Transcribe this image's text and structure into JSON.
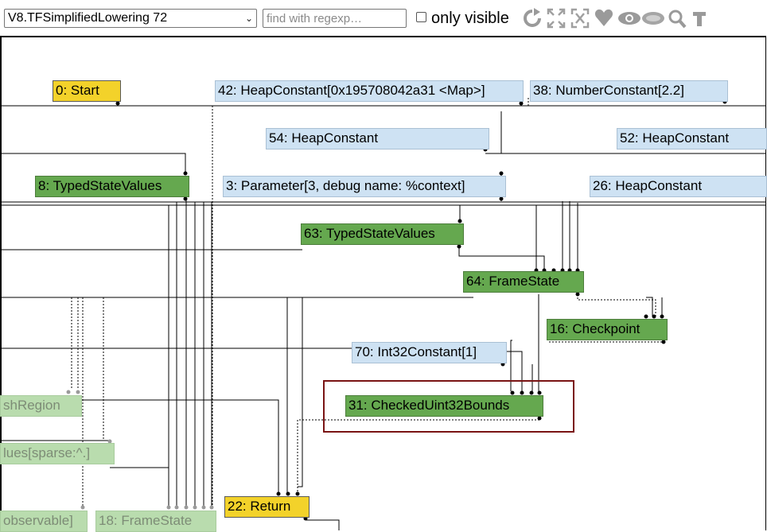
{
  "toolbar": {
    "phase_selected": "V8.TFSimplifiedLowering 72",
    "search_placeholder": "find with regexp…",
    "only_visible_label": "only visible",
    "only_visible_checked": false,
    "icons": [
      "layout-icon",
      "show-all-icon",
      "toggle-hide-dead-icon",
      "hide-unselected-icon",
      "show-selected-icon",
      "hide-selected-icon",
      "zoom-selection-icon",
      "toggle-types-icon"
    ]
  },
  "graph": {
    "nodes": [
      {
        "id": "0",
        "label": "0: Start",
        "kind": "yellow"
      },
      {
        "id": "42",
        "label": "42: HeapConstant[0x195708042a31 <Map>]",
        "kind": "blue"
      },
      {
        "id": "38",
        "label": "38: NumberConstant[2.2]",
        "kind": "blue"
      },
      {
        "id": "54",
        "label": "54: HeapConstant",
        "kind": "blue"
      },
      {
        "id": "52",
        "label": "52: HeapConstant",
        "kind": "blue"
      },
      {
        "id": "8",
        "label": "8: TypedStateValues",
        "kind": "green"
      },
      {
        "id": "3",
        "label": "3: Parameter[3, debug name: %context]",
        "kind": "blue"
      },
      {
        "id": "26",
        "label": "26: HeapConstant",
        "kind": "blue"
      },
      {
        "id": "63",
        "label": "63: TypedStateValues",
        "kind": "green"
      },
      {
        "id": "64",
        "label": "64: FrameState",
        "kind": "green"
      },
      {
        "id": "16",
        "label": "16: Checkpoint",
        "kind": "green"
      },
      {
        "id": "70",
        "label": "70: Int32Constant[1]",
        "kind": "blue"
      },
      {
        "id": "31",
        "label": "31: CheckedUint32Bounds",
        "kind": "green"
      },
      {
        "id": "x1",
        "label": "shRegion",
        "kind": "faded"
      },
      {
        "id": "x2",
        "label": "lues[sparse:^.]",
        "kind": "faded"
      },
      {
        "id": "22",
        "label": "22: Return",
        "kind": "yellow"
      },
      {
        "id": "x3",
        "label": "observable]",
        "kind": "faded"
      },
      {
        "id": "18",
        "label": "18: FrameState",
        "kind": "faded"
      }
    ]
  }
}
